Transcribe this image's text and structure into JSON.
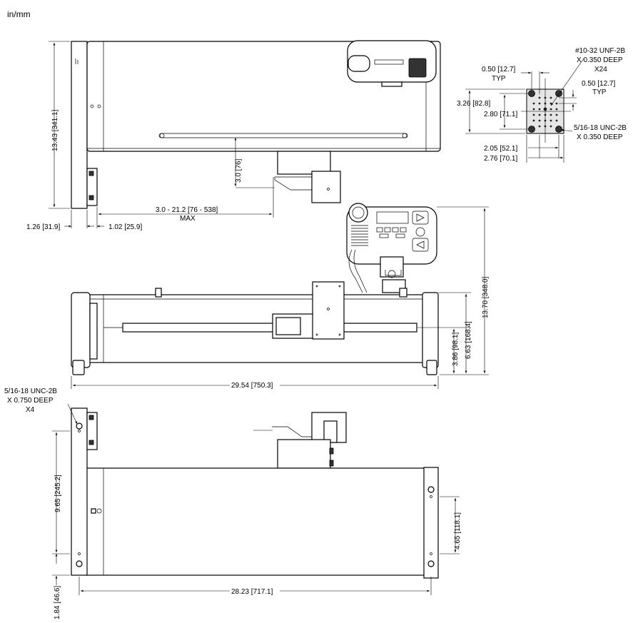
{
  "units_label": "in/mm",
  "dims": {
    "d_height_top": "13.43 [341.1]",
    "d_31_9": "1.26 [31.9]",
    "d_25_9": "1.02 [25.9]",
    "d_stroke_1": "3.0 - 21.2 [76 - 538]",
    "d_stroke_2": "MAX",
    "d_3_0": "3.0 [76]",
    "d_front_height": "13.70 [348.0]",
    "d_6_63": "6.63 [168.4]",
    "d_3_86": "3.86 [98.1]",
    "d_29_54": "29.54 [750.3]",
    "d_9_65": "9.65 [245.2]",
    "d_1_84": "1.84 [46.6]",
    "d_4_65": "4.65 [118.1]",
    "d_28_23": "28.23 [717.1]",
    "d_3_26": "3.26 [82.8]",
    "d_2_80": "2.80 [71.1]",
    "d_2_05": "2.05 [52.1]",
    "d_2_76": "2.76 [70.1]",
    "d_050a_1": "0.50 [12.7]",
    "d_050a_2": "TYP",
    "d_050b_1": "0.50 [12.7]",
    "d_050b_2": "TYP"
  },
  "callouts": {
    "plate_1032_1": "#10-32 UNF-2B",
    "plate_1032_2": "X 0.350 DEEP",
    "plate_1032_3": "X24",
    "plate_516_1": "5/16-18 UNC-2B",
    "plate_516_2": "X 0.350 DEEP",
    "base_516_1": "5/16-18 UNC-2B",
    "base_516_2": "X 0.750 DEEP",
    "base_516_3": "X4"
  }
}
